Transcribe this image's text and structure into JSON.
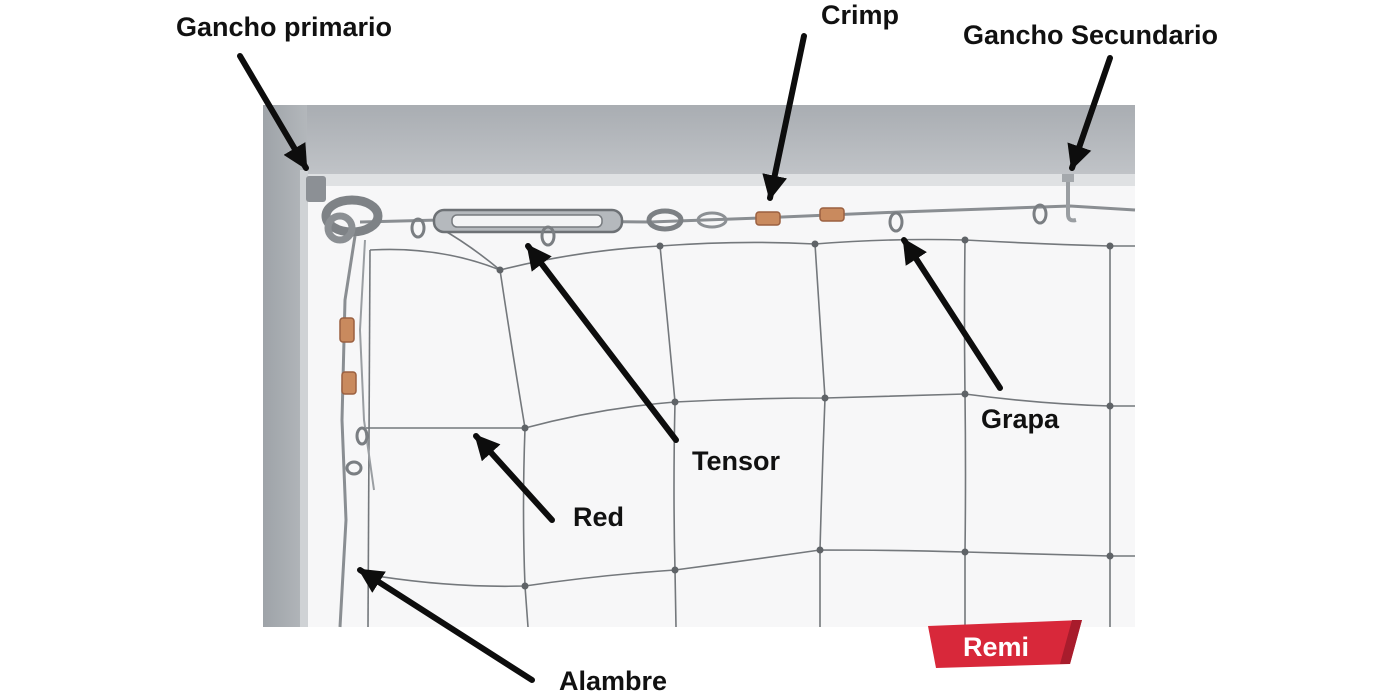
{
  "labels": {
    "gancho_primario": "Gancho primario",
    "crimp": "Crimp",
    "gancho_secundario": "Gancho Secundario",
    "tensor": "Tensor",
    "grapa": "Grapa",
    "red": "Red",
    "alambre": "Alambre"
  },
  "logo": {
    "text": "Remi",
    "color": "#d8283a"
  },
  "colors": {
    "wall": "#a6aaaf",
    "ceiling": "#b7bbbf",
    "panel": "#f8f8f9",
    "net": "#6f7377",
    "arrow": "#0d0d0d",
    "crimp": "#c98a5e"
  }
}
